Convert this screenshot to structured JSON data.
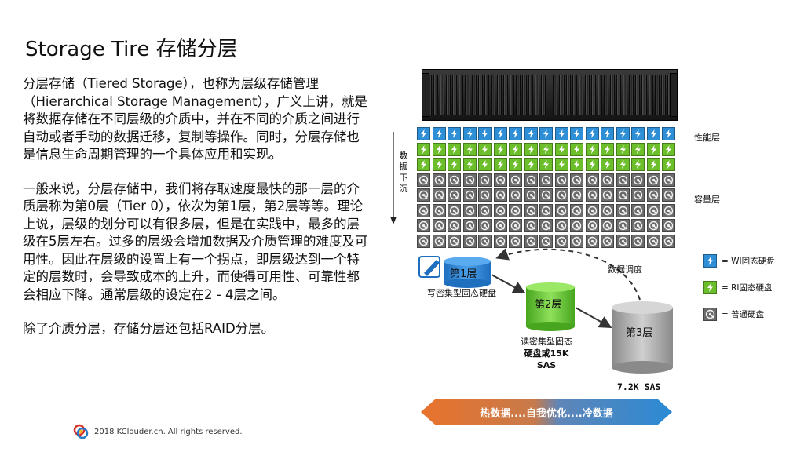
{
  "slide": {
    "title": "Storage Tire 存储分层",
    "paragraphs": [
      "分层存储（Tiered Storage），也称为层级存储管理（Hierarchical Storage Management），广义上讲，就是将数据存储在不同层级的介质中，并在不同的介质之间进行自动或者手动的数据迁移，复制等操作。同时，分层存储也是信息生命周期管理的一个具体应用和实现。",
      "一般来说，分层存储中，我们将存取速度最快的那一层的介质层称为第0层（Tier 0），依次为第1层，第2层等等。理论上说，层级的划分可以有很多层，但是在实践中，最多的层级在5层左右。过多的层级会增加数据及介质管理的难度及可用性。因此在层级的设置上有一个拐点，即层级达到一个特定的层数时，会导致成本的上升，而使得可用性、可靠性都会相应下降。通常层级的设定在2 - 4层之间。",
      "除了介质分层，存储分层还包括RAID分层。"
    ],
    "footer": "2018 KClouder.cn. All rights reserved."
  },
  "diagram": {
    "grid": {
      "columns": 17,
      "rows": [
        {
          "type": "wi"
        },
        {
          "type": "ri"
        },
        {
          "type": "ri"
        },
        {
          "type": "hdd"
        },
        {
          "type": "hdd"
        },
        {
          "type": "hdd"
        },
        {
          "type": "hdd"
        },
        {
          "type": "hdd"
        }
      ],
      "icons": {
        "wi": "bolt-icon",
        "ri": "bolt-icon",
        "hdd": "hard-disk-icon"
      }
    },
    "tier_labels": {
      "performance": "性能层",
      "capacity": "容量层"
    },
    "data_sink": [
      "数",
      "据",
      "下",
      "沉"
    ],
    "legend": [
      {
        "type": "wi",
        "label": "= WI固态硬盘"
      },
      {
        "type": "ri",
        "label": "= RI固态硬盘"
      },
      {
        "type": "hdd",
        "label": "= 普通硬盘"
      }
    ],
    "tiers": [
      {
        "name": "第1层",
        "caption": [
          "写密集型固态硬盘"
        ]
      },
      {
        "name": "第2层",
        "caption": [
          "读密集型固态",
          "硬盘或15K",
          "SAS"
        ]
      },
      {
        "name": "第3层",
        "caption": [
          "7.2K SAS"
        ]
      }
    ],
    "scheduling_label": "数据调度",
    "band_text": "热数据....自我优化....冷数据",
    "colors": {
      "wi": "#2e8ed6",
      "ri": "#6cbf2a",
      "hdd": "#6b6b6b",
      "tier1": "#2f86d6",
      "tier2": "#63c232",
      "tier3": "#a8a8a8",
      "band_hot": "#e8732c",
      "band_cold": "#2a8ad4"
    }
  }
}
